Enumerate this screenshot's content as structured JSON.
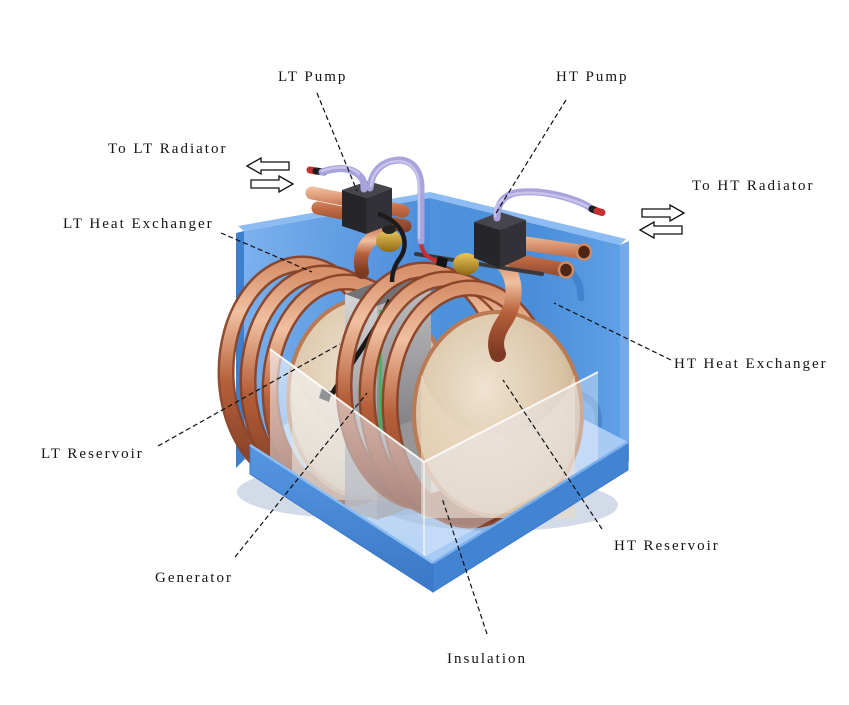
{
  "figure": {
    "background": "#ffffff",
    "description": "3D cutaway render of a thermoelectric generator test rig inside a blue insulation box",
    "components": {
      "labels": [
        {
          "id": "lt-pump",
          "text": "LT Pump"
        },
        {
          "id": "ht-pump",
          "text": "HT Pump"
        },
        {
          "id": "to-lt-radiator",
          "text": "To LT Radiator"
        },
        {
          "id": "to-ht-radiator",
          "text": "To HT Radiator"
        },
        {
          "id": "lt-heat-exchanger",
          "text": "LT Heat Exchanger"
        },
        {
          "id": "lt-reservoir",
          "text": "LT Reservoir"
        },
        {
          "id": "generator",
          "text": "Generator"
        },
        {
          "id": "ht-heat-exchanger",
          "text": "HT Heat Exchanger"
        },
        {
          "id": "ht-reservoir",
          "text": "HT Reservoir"
        },
        {
          "id": "insulation",
          "text": "Insulation"
        }
      ],
      "flow_arrows": [
        {
          "id": "lt-out",
          "direction": "left"
        },
        {
          "id": "lt-return",
          "direction": "right"
        },
        {
          "id": "ht-out",
          "direction": "right"
        },
        {
          "id": "ht-return",
          "direction": "left"
        }
      ]
    },
    "colors": {
      "insulation_box": "#4a8cd9",
      "copper_coil": "#b65f3a",
      "reservoir_tank": "#d9c3a6",
      "generator_body": "#a9a9ab",
      "generator_stripe": "#44b45c",
      "pump_body": "#2c2c30",
      "coolant_tube": "#a9a3dd",
      "brass_fitting": "#c59b2a",
      "wire_red": "#c43030",
      "label_text": "#141414"
    }
  }
}
